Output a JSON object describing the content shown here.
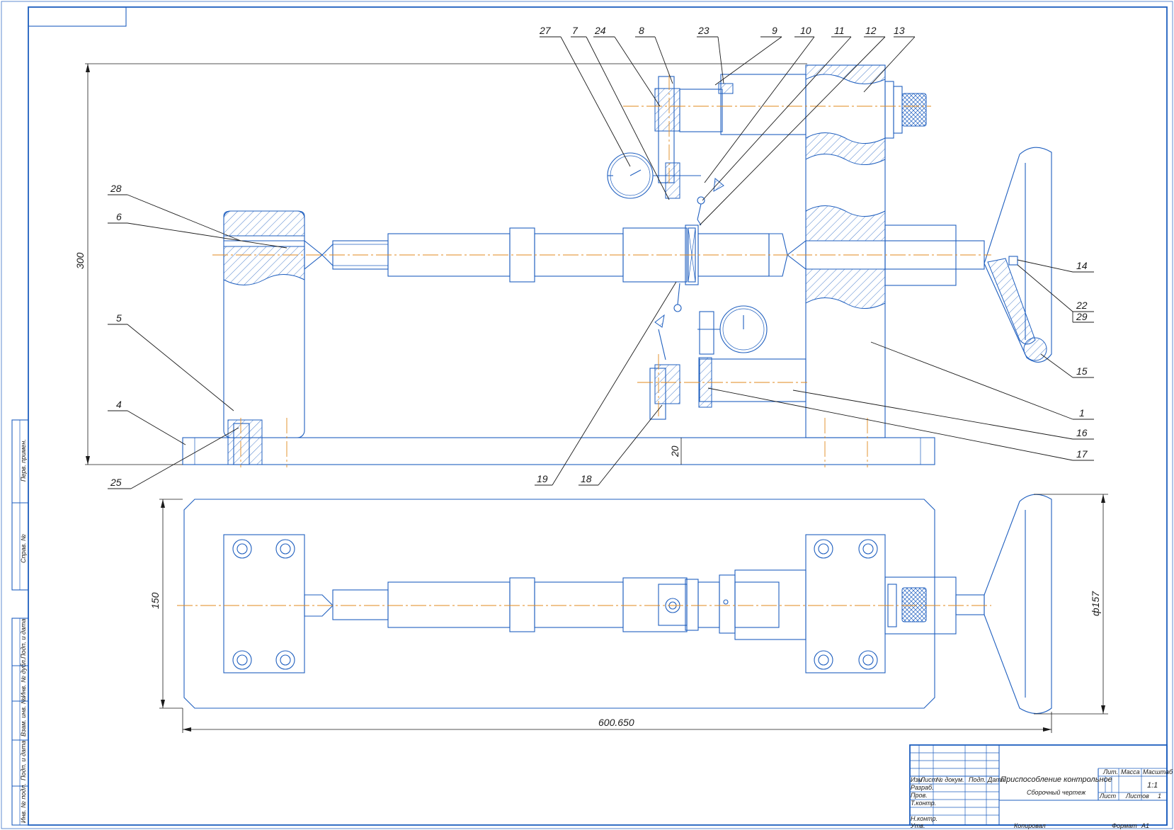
{
  "drawing": {
    "title": "Приспособление контрольное",
    "subtitle": "Сборочный чертеж",
    "callouts": [
      "1",
      "4",
      "5",
      "6",
      "7",
      "8",
      "9",
      "10",
      "11",
      "12",
      "13",
      "14",
      "15",
      "16",
      "17",
      "18",
      "19",
      "22",
      "23",
      "24",
      "25",
      "27",
      "28",
      "29"
    ],
    "dimensions": {
      "height": "300",
      "base_thickness": "20",
      "width_plan": "150",
      "length": "600.650",
      "handwheel_diameter": "ф157"
    }
  },
  "title_block": {
    "col_headers": [
      "Изм",
      "Лист",
      "№ докум.",
      "Подп.",
      "Дата"
    ],
    "row_labels": [
      "Разраб.",
      "Пров.",
      "Т.контр.",
      "",
      "Н.контр.",
      "Утв."
    ],
    "lit_label": "Лит.",
    "mass_label": "Масса",
    "scale_label": "Масштаб",
    "scale_value": "1:1",
    "sheet_label": "Лист",
    "sheets_label": "Листов",
    "sheets_value": "1",
    "copied_label": "Копировал",
    "format_label": "Формат",
    "format_value": "А1"
  },
  "side_stamp": [
    "Перв. примен.",
    "Справ. №",
    "Подп. и дата",
    "Инв. № дубл.",
    "Взам. инв. №",
    "Подп. и дата",
    "Инв. № подл."
  ],
  "colors": {
    "line": "#1f5fbf",
    "axis": "#e08a1e",
    "text": "#1a1a1a"
  }
}
